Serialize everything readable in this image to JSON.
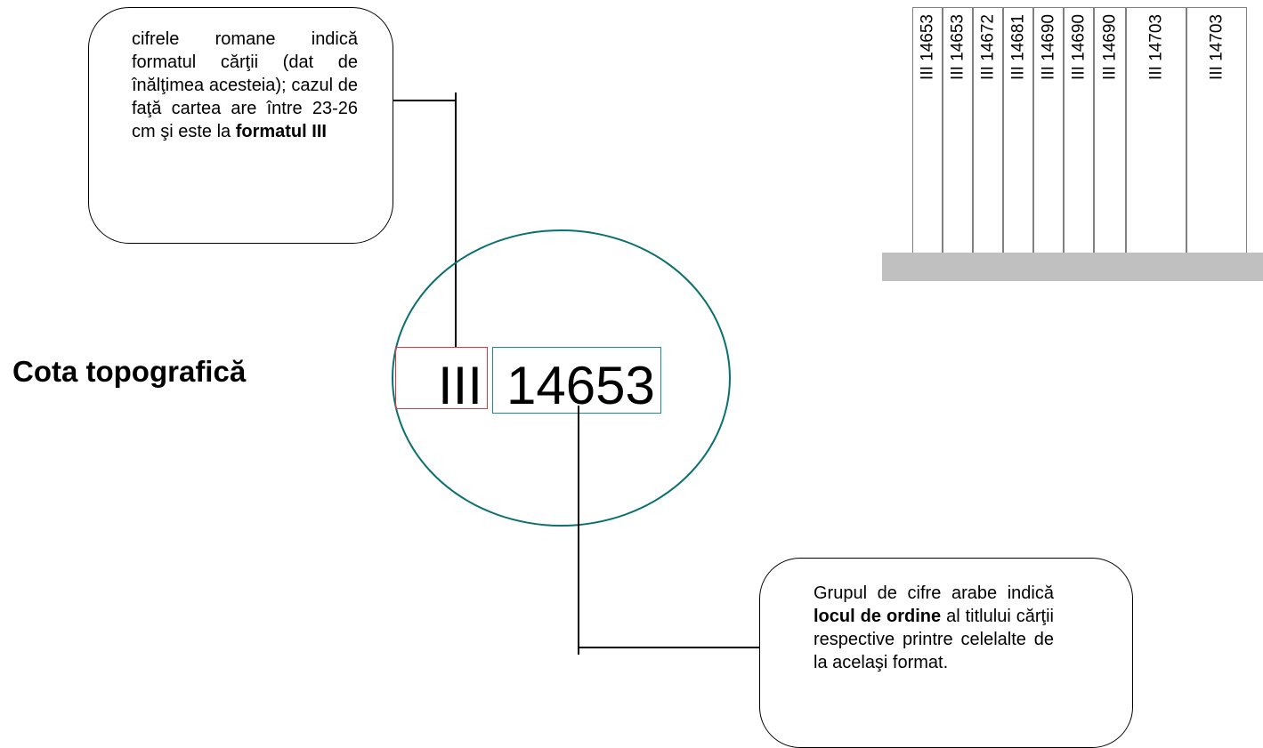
{
  "callout_top": {
    "text_before": "cifrele romane indică formatul cărţii (dat de înălţimea acesteia); cazul de faţă cartea are între 23-26 cm şi este la ",
    "text_bold": "formatul III"
  },
  "heading": "Cota topografică",
  "call_number": {
    "roman": "III",
    "number": "14653"
  },
  "callout_bottom": {
    "line1": "Grupul de cifre arabe indică ",
    "bold": "locul de ordine",
    "line2": " al titlului cărţii respective printre celelalte de la acelaşi format."
  },
  "shelf": {
    "spines": [
      "III 14653",
      "III 14653",
      "III 14672",
      "III 14681",
      "III 14690",
      "III 14690",
      "III 14690",
      "III 14703",
      "III 14703"
    ]
  },
  "colors": {
    "oval": "#0a7070",
    "roman_box": "#e03a3a",
    "number_box": "#1f8c8c",
    "shelf": "#c0c0c0"
  }
}
